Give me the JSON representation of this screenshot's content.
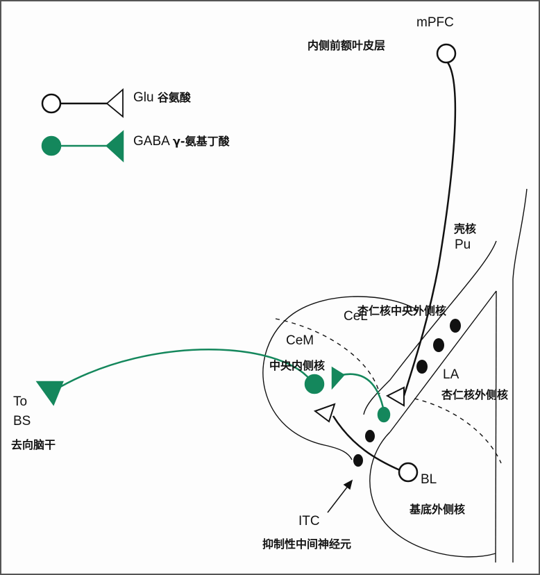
{
  "legend": {
    "glu": {
      "abbr": "Glu",
      "name": "谷氨酸"
    },
    "gaba": {
      "abbr": "GABA",
      "name": "γ-氨基丁酸"
    }
  },
  "regions": {
    "mpfc": {
      "abbr": "mPFC",
      "name": "内侧前额叶皮层"
    },
    "pu": {
      "abbr": "Pu",
      "name": "壳核"
    },
    "cel": {
      "abbr": "CeL",
      "name": "杏仁核中央外侧核"
    },
    "cem": {
      "abbr": "CeM",
      "name": "中央内侧核"
    },
    "la": {
      "abbr": "LA",
      "name": "杏仁核外侧核"
    },
    "bl": {
      "abbr": "BL",
      "name": "基底外侧核"
    },
    "itc": {
      "abbr": "ITC",
      "name": "抑制性中间神经元"
    },
    "bs": {
      "to": "To",
      "abbr": "BS",
      "name": "去向脑干"
    }
  },
  "colors": {
    "gaba": "#14875c",
    "glu": "#111111"
  }
}
